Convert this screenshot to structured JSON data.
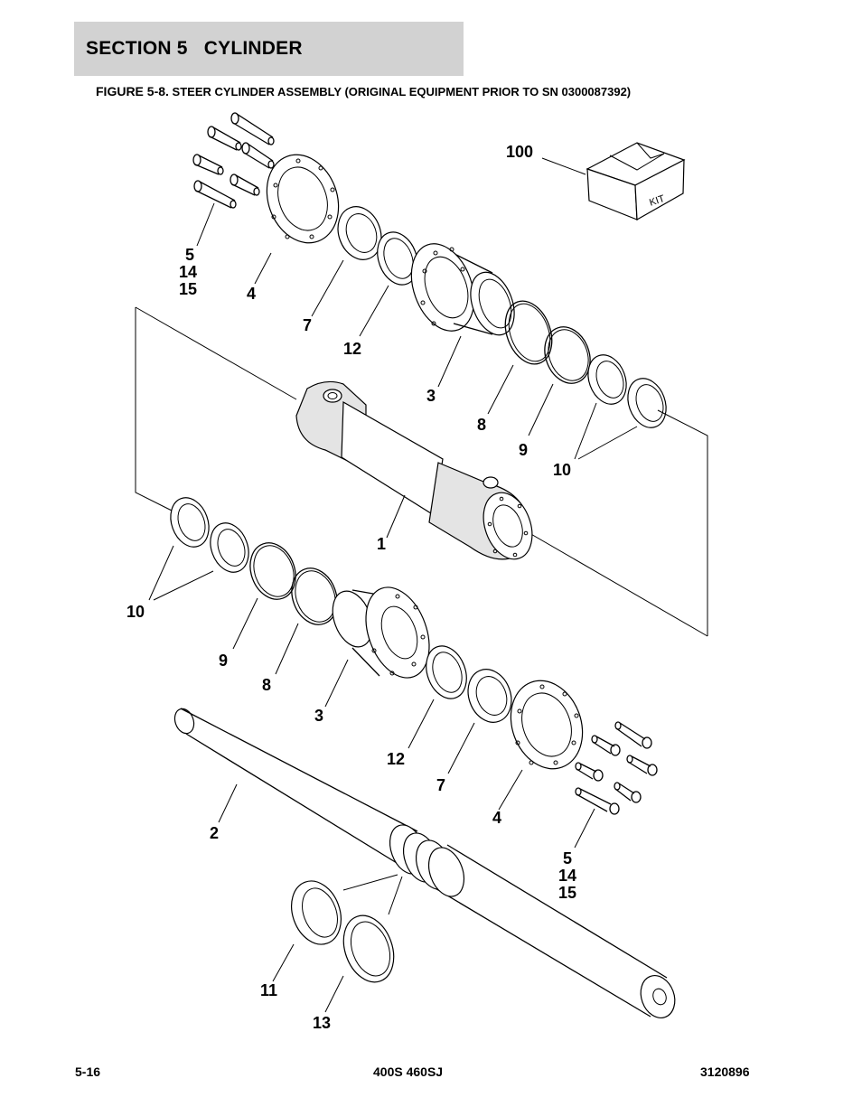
{
  "header": {
    "section_label": "SECTION 5   CYLINDER"
  },
  "figure": {
    "number": "FIGURE 5-8.",
    "title": "STEER CYLINDER ASSEMBLY (ORIGINAL EQUIPMENT PRIOR TO SN 0300087392)",
    "kit_label": "KIT",
    "callouts": {
      "kit": "100",
      "bolts_top": [
        "5",
        "14",
        "15"
      ],
      "flange_top": "4",
      "wiper_top": "7",
      "oring_top": "12",
      "head_top": "3",
      "seal_top_8": "8",
      "seal_top_9": "9",
      "bushing_top": "10",
      "barrel": "1",
      "bushing_bottom": "10",
      "seal_bottom_9": "9",
      "seal_bottom_8": "8",
      "head_bottom": "3",
      "oring_bottom": "12",
      "wiper_bottom": "7",
      "flange_bottom": "4",
      "bolts_bottom": [
        "5",
        "14",
        "15"
      ],
      "rod": "2",
      "wear_ring": "11",
      "piston_seal": "13"
    }
  },
  "footer": {
    "page_number": "5-16",
    "model": "400S 460SJ",
    "document_number": "3120896"
  }
}
